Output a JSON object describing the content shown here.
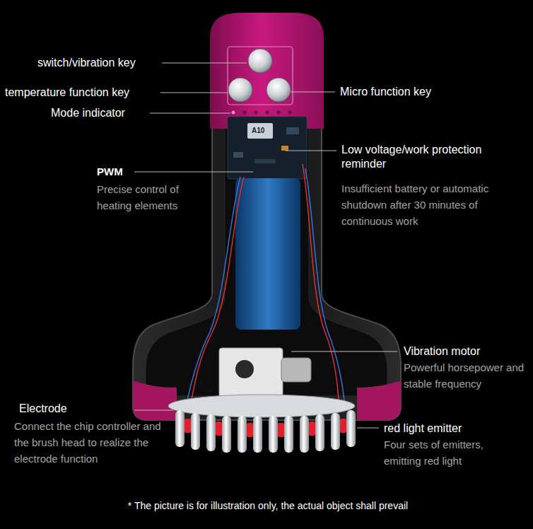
{
  "diagram": {
    "caption": "* The picture is for illustration only, the actual object shall prevail",
    "labels": [
      "switch/vibration key",
      "temperature function key",
      "Micro function key",
      "Mode indicator",
      "PWM",
      "Precise control of heating elements",
      "Low voltage/work protection reminder",
      "Insufficient battery or automatic shutdown after 30 minutes of continuous work",
      "A10",
      "Vibration motor",
      "Powerful horsepower and stable frequency",
      "Electrode",
      "Connect the chip controller and the brush head to realize the electrode function",
      "red light emitter",
      "Four sets of emitters, emitting red light"
    ]
  }
}
